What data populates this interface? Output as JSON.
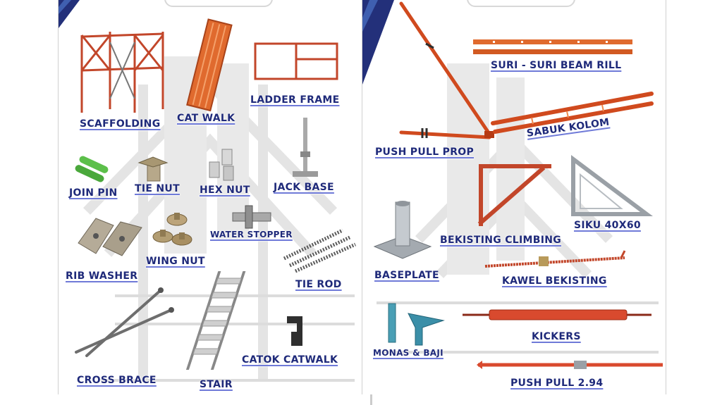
{
  "colors": {
    "label_text": "#1f2a7a",
    "frame_red": "#c2462a",
    "frame_orange": "#e06a2e",
    "steel_gray": "#9aa0a6",
    "accent_green": "#5cbf4a",
    "accent_navy": "#1e2a6e"
  },
  "left_panel": {
    "items": [
      {
        "label": "SCAFFOLDING",
        "icon": "scaffolding-icon"
      },
      {
        "label": "CAT WALK",
        "icon": "catwalk-icon"
      },
      {
        "label": "LADDER FRAME",
        "icon": "ladder-frame-icon"
      },
      {
        "label": "JOIN PIN",
        "icon": "join-pin-icon"
      },
      {
        "label": "TIE NUT",
        "icon": "tie-nut-icon"
      },
      {
        "label": "HEX NUT",
        "icon": "hex-nut-icon"
      },
      {
        "label": "JACK BASE",
        "icon": "jack-base-icon"
      },
      {
        "label": "RIB WASHER",
        "icon": "rib-washer-icon"
      },
      {
        "label": "WING NUT",
        "icon": "wing-nut-icon"
      },
      {
        "label": "WATER STOPPER",
        "icon": "water-stopper-icon"
      },
      {
        "label": "TIE ROD",
        "icon": "tie-rod-icon"
      },
      {
        "label": "CROSS BRACE",
        "icon": "cross-brace-icon"
      },
      {
        "label": "STAIR",
        "icon": "stair-icon"
      },
      {
        "label": "CATOK CATWALK",
        "icon": "catok-catwalk-icon"
      }
    ]
  },
  "right_panel": {
    "items": [
      {
        "label": "SURI - SURI BEAM RILL",
        "icon": "beam-rill-icon"
      },
      {
        "label": "PUSH PULL PROP",
        "icon": "push-pull-prop-icon"
      },
      {
        "label": "SABUK KOLOM",
        "icon": "sabuk-kolom-icon"
      },
      {
        "label": "BEKISTING CLIMBING",
        "icon": "bekisting-climbing-icon"
      },
      {
        "label": "SIKU 40X60",
        "icon": "siku-icon"
      },
      {
        "label": "BASEPLATE",
        "icon": "baseplate-icon"
      },
      {
        "label": "KAWEL BEKISTING",
        "icon": "kawel-bekisting-icon"
      },
      {
        "label": "MONAS & BAJI",
        "icon": "monas-baji-icon"
      },
      {
        "label": "KICKERS",
        "icon": "kickers-icon"
      },
      {
        "label": "PUSH PULL 2.94",
        "icon": "push-pull-294-icon"
      }
    ]
  }
}
